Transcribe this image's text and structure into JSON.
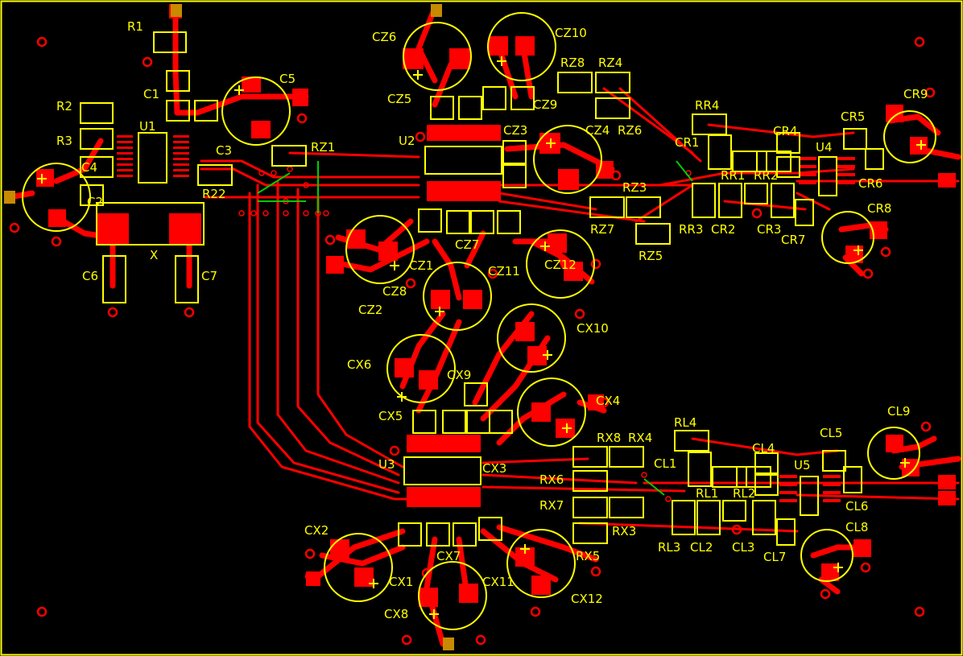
{
  "colors": {
    "background": "#000000",
    "copper": "#ff0000",
    "silkscreen": "#ffff00",
    "via_ring": "#ff0000",
    "jumper": "#00cc00",
    "edge_pad": "#c88a00"
  },
  "labels": {
    "R1": "R1",
    "C1": "C1",
    "C5": "C5",
    "R2": "R2",
    "U1": "U1",
    "R3": "R3",
    "C3": "C3",
    "C4": "C4",
    "C2": "C2",
    "R22": "R22",
    "X": "X",
    "C6": "C6",
    "C7": "C7",
    "CZ6": "CZ6",
    "CZ10": "CZ10",
    "RZ8": "RZ8",
    "RZ4": "RZ4",
    "CZ5": "CZ5",
    "CZ9": "CZ9",
    "U2": "U2",
    "CZ3": "CZ3",
    "CZ4": "CZ4",
    "RZ6": "RZ6",
    "RZ1": "RZ1",
    "RZ3": "RZ3",
    "RZ7": "RZ7",
    "RZ5": "RZ5",
    "CZ7": "CZ7",
    "CZ1": "CZ1",
    "CZ8": "CZ8",
    "CZ2": "CZ2",
    "CZ11": "CZ11",
    "CZ12": "CZ12",
    "RR4": "RR4",
    "CR1": "CR1",
    "CR4": "CR4",
    "CR5": "CR5",
    "CR9": "CR9",
    "U4": "U4",
    "RR1": "RR1",
    "RR2": "RR2",
    "CR6": "CR6",
    "RR3": "RR3",
    "CR2": "CR2",
    "CR3": "CR3",
    "CR7": "CR7",
    "CR8": "CR8",
    "CX10": "CX10",
    "CX6": "CX6",
    "CX9": "CX9",
    "CX4": "CX4",
    "CX5": "CX5",
    "U3": "U3",
    "CX3": "CX3",
    "CX2": "CX2",
    "CX7": "CX7",
    "CX1": "CX1",
    "CX11": "CX11",
    "CX8": "CX8",
    "CX12": "CX12",
    "RX8": "RX8",
    "RX4": "RX4",
    "RX6": "RX6",
    "RX7": "RX7",
    "RX3": "RX3",
    "RX5": "RX5",
    "CL1": "CL1",
    "RL4": "RL4",
    "CL4": "CL4",
    "CL5": "CL5",
    "CL9": "CL9",
    "U5": "U5",
    "RL1": "RL1",
    "RL2": "RL2",
    "CL6": "CL6",
    "RL3": "RL3",
    "CL2": "CL2",
    "CL3": "CL3",
    "CL7": "CL7",
    "CL8": "CL8"
  }
}
